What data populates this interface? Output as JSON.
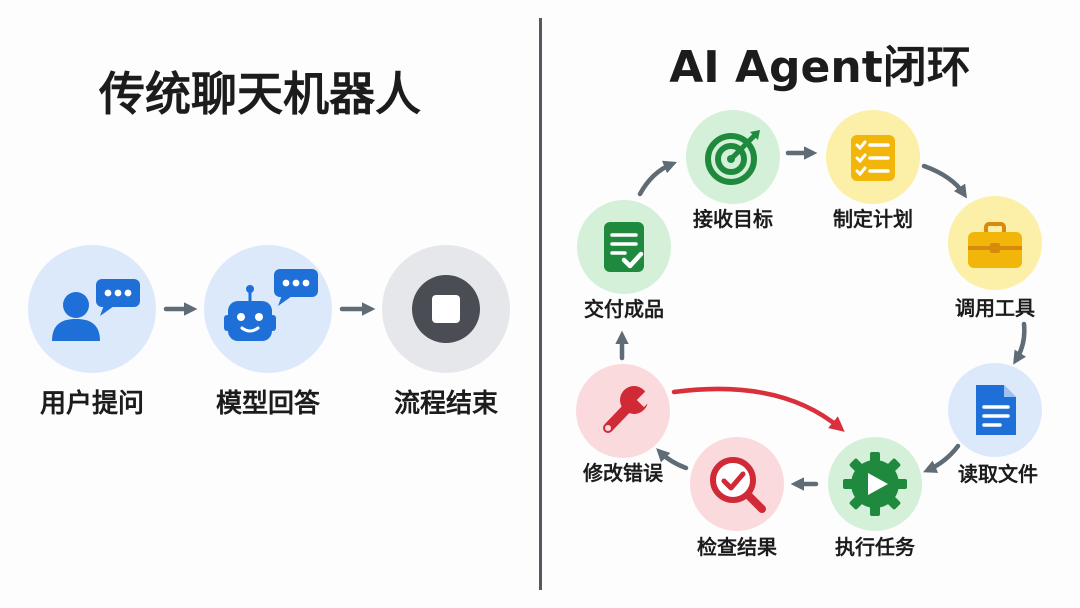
{
  "left": {
    "title": "传统聊天机器人",
    "steps": [
      {
        "label": "用户提问",
        "icon": "user-chat-icon"
      },
      {
        "label": "模型回答",
        "icon": "robot-chat-icon"
      },
      {
        "label": "流程结束",
        "icon": "stop-icon"
      }
    ]
  },
  "right": {
    "title": "AI Agent闭环",
    "steps": [
      {
        "label": "接收目标",
        "icon": "target-icon"
      },
      {
        "label": "制定计划",
        "icon": "checklist-icon"
      },
      {
        "label": "调用工具",
        "icon": "toolbox-icon"
      },
      {
        "label": "读取文件",
        "icon": "document-icon"
      },
      {
        "label": "执行任务",
        "icon": "gear-play-icon"
      },
      {
        "label": "检查结果",
        "icon": "magnifier-check-icon"
      },
      {
        "label": "修改错误",
        "icon": "wrench-icon"
      },
      {
        "label": "交付成品",
        "icon": "checked-document-icon"
      }
    ]
  },
  "colors": {
    "divider": "#55595f",
    "arrow": "#5f6b75",
    "loop_arrow": "#d9303c",
    "blue_circle": "#dbe9fb",
    "blue_icon": "#1f6fd8",
    "gray_circle": "#e6e7ea",
    "stop_icon": "#4a4e54",
    "green_circle": "#d4f0d8",
    "green_icon": "#1f8a3e",
    "yellow_circle": "#fcefa8",
    "yellow_icon": "#f2b50a",
    "red_circle": "#fadadd",
    "red_icon": "#cf2a36"
  }
}
